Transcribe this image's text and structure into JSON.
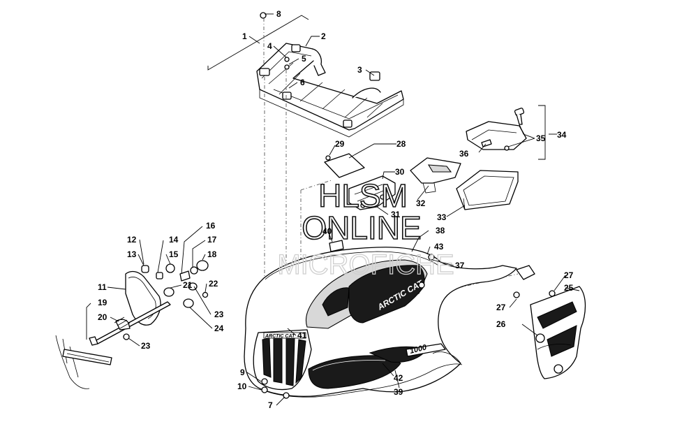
{
  "watermark": {
    "line1": "HLSM",
    "line2": "ONLINE",
    "line3": "MICROFICHE"
  },
  "decals": {
    "brand": "ARCTIC CAT",
    "model": "1000",
    "grille": "ARCTIC CAT"
  },
  "callouts": [
    "1",
    "2",
    "3",
    "4",
    "5",
    "6",
    "7",
    "8",
    "9",
    "10",
    "11",
    "12",
    "13",
    "14",
    "15",
    "16",
    "17",
    "18",
    "19",
    "20",
    "21",
    "22",
    "23",
    "23",
    "23",
    "24",
    "25",
    "26",
    "27",
    "27",
    "28",
    "29",
    "30",
    "31",
    "32",
    "33",
    "34",
    "35",
    "36",
    "37",
    "38",
    "39",
    "40",
    "41",
    "42",
    "43"
  ]
}
